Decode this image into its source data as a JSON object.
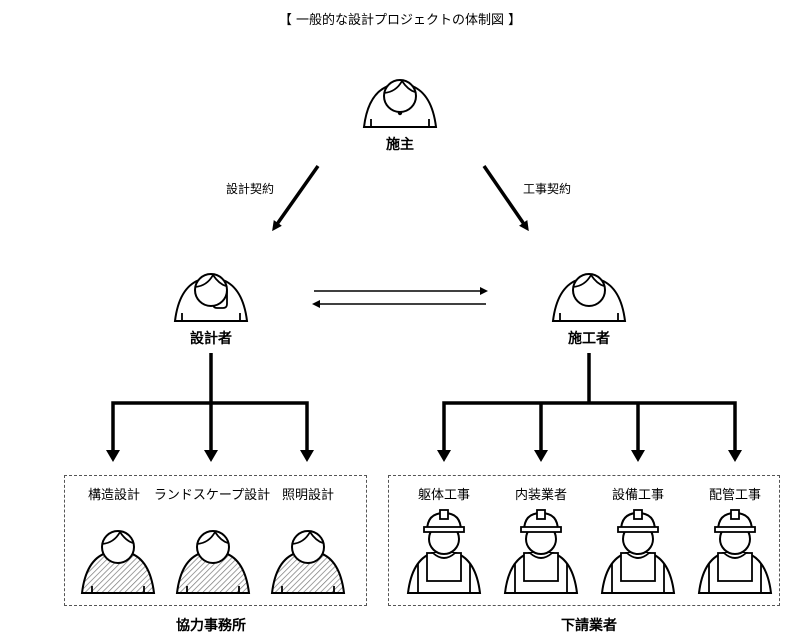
{
  "title": "【 一般的な設計プロジェクトの体制図 】",
  "owner": {
    "label": "施主",
    "icon": "client-person-icon"
  },
  "contracts": {
    "design": "設計契約",
    "construction": "工事契約"
  },
  "designer": {
    "label": "設計者",
    "icon": "designer-person-icon"
  },
  "builder": {
    "label": "施工者",
    "icon": "builder-person-icon"
  },
  "collaborators": {
    "group_label": "協力事務所",
    "members": [
      {
        "label": "構造設計",
        "icon": "collaborator-person-icon"
      },
      {
        "label": "ランドスケープ設計",
        "icon": "collaborator-person-icon"
      },
      {
        "label": "照明設計",
        "icon": "collaborator-person-icon"
      }
    ]
  },
  "subcontractors": {
    "group_label": "下請業者",
    "members": [
      {
        "label": "躯体工事",
        "icon": "worker-hardhat-icon"
      },
      {
        "label": "内装業者",
        "icon": "worker-hardhat-icon"
      },
      {
        "label": "設備工事",
        "icon": "worker-hardhat-icon"
      },
      {
        "label": "配管工事",
        "icon": "worker-hardhat-icon"
      }
    ]
  },
  "colors": {
    "line": "#000000",
    "hatch": "#888888",
    "dash": "#555555"
  }
}
